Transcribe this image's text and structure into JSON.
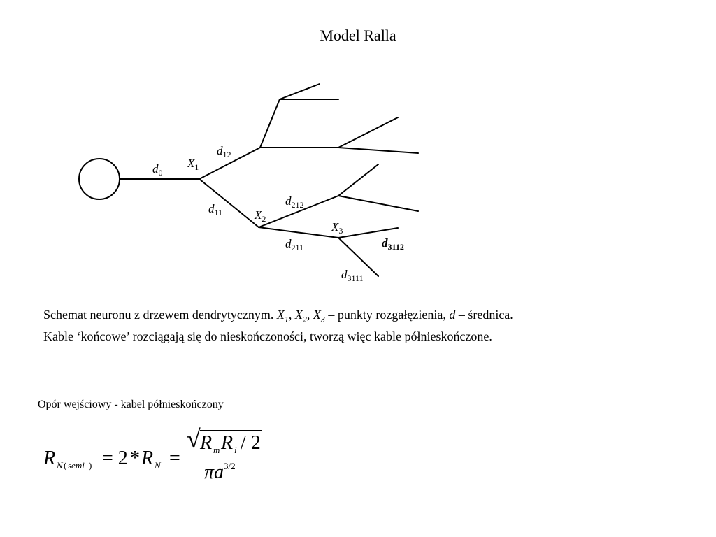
{
  "slide": {
    "title": "Model Ralla"
  },
  "diagram": {
    "labels": {
      "d0": {
        "base": "d",
        "sub": "0"
      },
      "X1": {
        "base": "X",
        "sub": "1"
      },
      "d12": {
        "base": "d",
        "sub": "12"
      },
      "d11": {
        "base": "d",
        "sub": "11"
      },
      "X2": {
        "base": "X",
        "sub": "2"
      },
      "d212": {
        "base": "d",
        "sub": "212"
      },
      "d211": {
        "base": "d",
        "sub": "211"
      },
      "X3": {
        "base": "X",
        "sub": "3"
      },
      "d3112": {
        "base": "d",
        "sub": "3112"
      },
      "d3111": {
        "base": "d",
        "sub": "3111"
      }
    }
  },
  "caption": {
    "line1_a": "Schemat neuronu z drzewem dendrytycznym. ",
    "x": "X",
    "s1": "1",
    "s2": "2",
    "s3": "3",
    "comma": ", ",
    "line1_b": " – punkty rozgałęzienia, ",
    "d": "d",
    "line1_c": " – średnica.",
    "line2": "Kable ‘końcowe’ rozciągają się do nieskończoności, tworzą więc kable półnieskończone."
  },
  "formula": {
    "label": "Opór wejściowy - kabel półnieskończony",
    "R": "R",
    "sub_N": "N",
    "sub_paren_open": "(",
    "sub_semi": "semi",
    "sub_paren_close": ")",
    "eq1": "= 2",
    "star": "*",
    "eq2": "=",
    "sub_m": "m",
    "sub_i": "i",
    "slash2": "/ 2",
    "sqrt": "√",
    "pi_a": "πa",
    "exp": "3/2"
  }
}
